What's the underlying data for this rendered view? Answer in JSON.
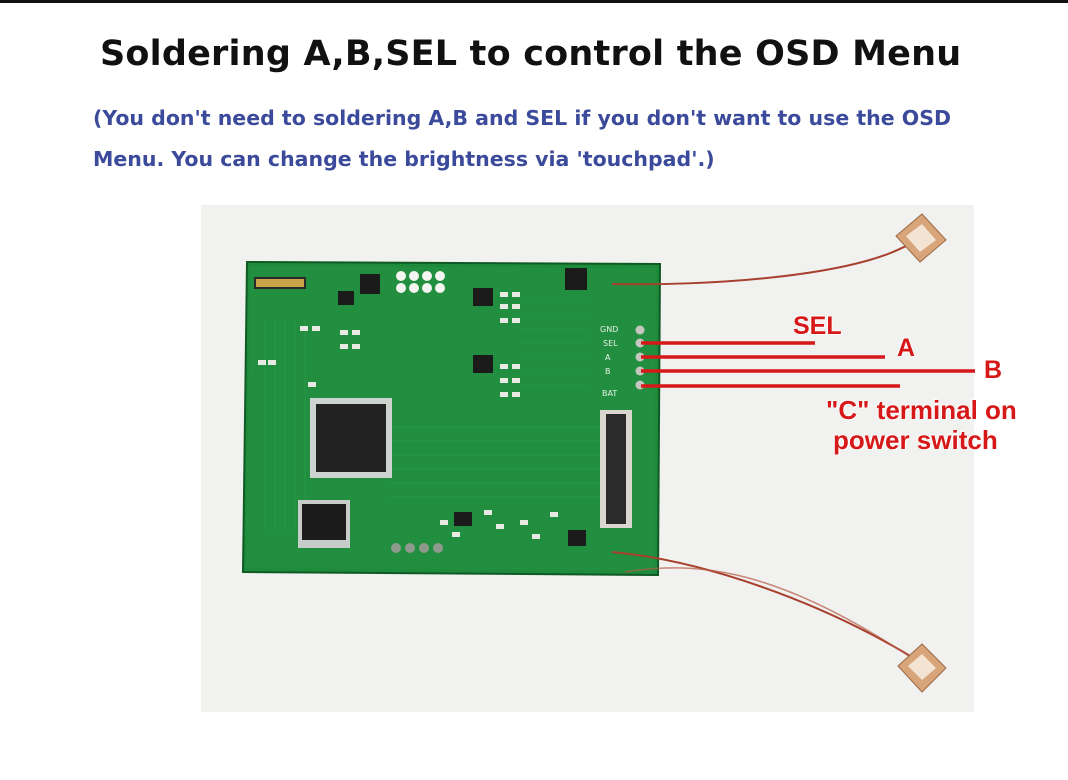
{
  "header": {
    "title": "Soldering A,B,SEL to control the OSD Menu",
    "subtitle_line1": "(You don't need to soldering A,B and SEL if you don't want to use the OSD",
    "subtitle_line2": "Menu.  You can change the brightness via 'touchpad'.)"
  },
  "board": {
    "pad_labels": [
      "GND",
      "SEL",
      "A",
      "B",
      "BAT"
    ]
  },
  "callouts": {
    "sel": "SEL",
    "a": "A",
    "b": "B",
    "c_line1": "\"C\" terminal on",
    "c_line2": "power switch"
  },
  "colors": {
    "title": "#111111",
    "subtitle": "#3b4a9a",
    "callout_red": "#d61818",
    "pcb_green": "#1f8a3c"
  }
}
